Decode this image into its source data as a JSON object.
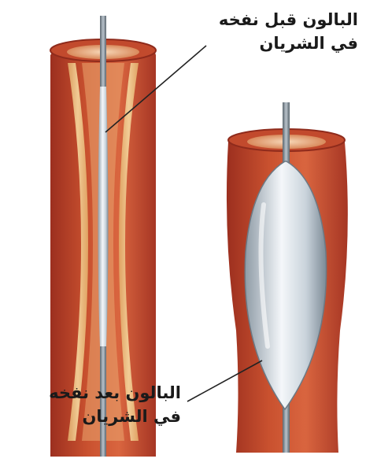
{
  "labels": {
    "before": {
      "line1": "البالون قبل نفخه",
      "line2": "في الشريان"
    },
    "after": {
      "line1": "البالون بعد نفخه",
      "line2": "في الشريان"
    }
  },
  "colors": {
    "artery_outer": "#b8432c",
    "artery_inner": "#d9653f",
    "plaque": "#f0c98a",
    "balloon": "#dfe6ec",
    "catheter": "#7f8a93",
    "leader_line": "#222222"
  }
}
